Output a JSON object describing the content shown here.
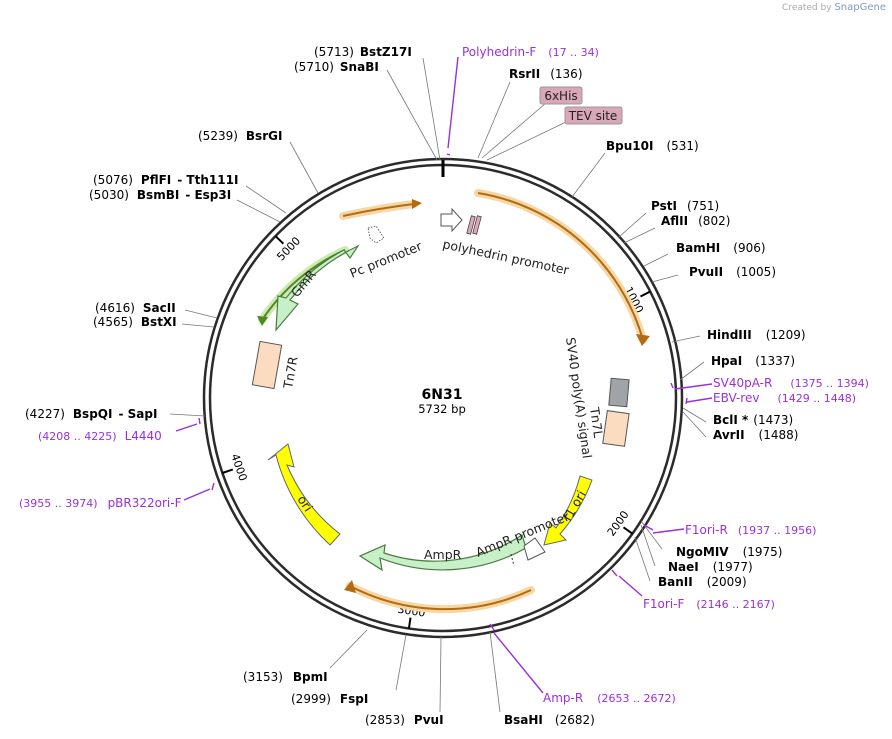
{
  "brand": {
    "created_by": "Created by",
    "name": "SnapGene"
  },
  "plasmid": {
    "name": "6N31",
    "size_label": "5732 bp"
  },
  "ticks": [
    "1000",
    "2000",
    "3000",
    "4000",
    "5000"
  ],
  "enzymes": [
    {
      "id": "bstz17i",
      "name": "BstZ17I",
      "pos": "(5713)"
    },
    {
      "id": "snabi",
      "name": "SnaBI",
      "pos": "(5710)"
    },
    {
      "id": "rsrii",
      "name": "RsrII",
      "pos": "(136)"
    },
    {
      "id": "bpu10i",
      "name": "Bpu10I",
      "pos": "(531)"
    },
    {
      "id": "bsrgi",
      "name": "BsrGI",
      "pos": "(5239)"
    },
    {
      "id": "pflfi",
      "name": "PflFI",
      "pos": "(5076)",
      "extra": "- Tth111I"
    },
    {
      "id": "bsmbi",
      "name": "BsmBI",
      "pos": "(5030)",
      "extra": "- Esp3I"
    },
    {
      "id": "psti",
      "name": "PstI",
      "pos": "(751)"
    },
    {
      "id": "aflii",
      "name": "AflII",
      "pos": "(802)"
    },
    {
      "id": "bamhi",
      "name": "BamHI",
      "pos": "(906)"
    },
    {
      "id": "pvuii",
      "name": "PvuII",
      "pos": "(1005)"
    },
    {
      "id": "hindiii",
      "name": "HindIII",
      "pos": "(1209)"
    },
    {
      "id": "hpai",
      "name": "HpaI",
      "pos": "(1337)"
    },
    {
      "id": "bcli",
      "name": "BclI *",
      "pos": "(1473)"
    },
    {
      "id": "avrii",
      "name": "AvrII",
      "pos": "(1488)"
    },
    {
      "id": "sacii",
      "name": "SacII",
      "pos": "(4616)"
    },
    {
      "id": "bstxi",
      "name": "BstXI",
      "pos": "(4565)"
    },
    {
      "id": "bspqi",
      "name": "BspQI",
      "pos": "(4227)",
      "extra": "- SapI"
    },
    {
      "id": "ngomiv",
      "name": "NgoMIV",
      "pos": "(1975)"
    },
    {
      "id": "naei",
      "name": "NaeI",
      "pos": "(1977)"
    },
    {
      "id": "banii",
      "name": "BanII",
      "pos": "(2009)"
    },
    {
      "id": "bpmi",
      "name": "BpmI",
      "pos": "(3153)"
    },
    {
      "id": "fspi",
      "name": "FspI",
      "pos": "(2999)"
    },
    {
      "id": "pvui",
      "name": "PvuI",
      "pos": "(2853)"
    },
    {
      "id": "bsahi",
      "name": "BsaHI",
      "pos": "(2682)"
    }
  ],
  "primers": [
    {
      "id": "polyhedrin-f",
      "name": "Polyhedrin-F",
      "range": "(17 .. 34)"
    },
    {
      "id": "sv40pa-r",
      "name": "SV40pA-R",
      "range": "(1375 .. 1394)"
    },
    {
      "id": "ebv-rev",
      "name": "EBV-rev",
      "range": "(1429 .. 1448)"
    },
    {
      "id": "l4440",
      "name": "L4440",
      "range": "(4208 .. 4225)"
    },
    {
      "id": "pbr322ori-f",
      "name": "pBR322ori-F",
      "range": "(3955 .. 3974)"
    },
    {
      "id": "f1ori-r",
      "name": "F1ori-R",
      "range": "(1937 .. 1956)"
    },
    {
      "id": "f1ori-f",
      "name": "F1ori-F",
      "range": "(2146 .. 2167)"
    },
    {
      "id": "amp-r",
      "name": "Amp-R",
      "range": "(2653 .. 2672)"
    }
  ],
  "tags": [
    "6xHis",
    "TEV site"
  ],
  "features": [
    "polyhedrin promoter",
    "SV40 poly(A) signal",
    "Tn7L",
    "f1 ori",
    "AmpR promoter",
    "AmpR",
    "ori",
    "Tn7R",
    "GmR",
    "Pc promoter"
  ],
  "colors": {
    "backbone": "#2b2b2b",
    "orf_orange": "#c97a10",
    "orf_glow": "#f6d7a4",
    "gmr_green": "#7fbf50",
    "resistance_fill": "#c8f0c8",
    "ori_yellow": "#ffff00",
    "tn7_fill": "#fcdcc0",
    "terminator_gray": "#a0a4a8",
    "tag_fill": "#d9a7b8",
    "primer_purple": "#9b30d9"
  }
}
